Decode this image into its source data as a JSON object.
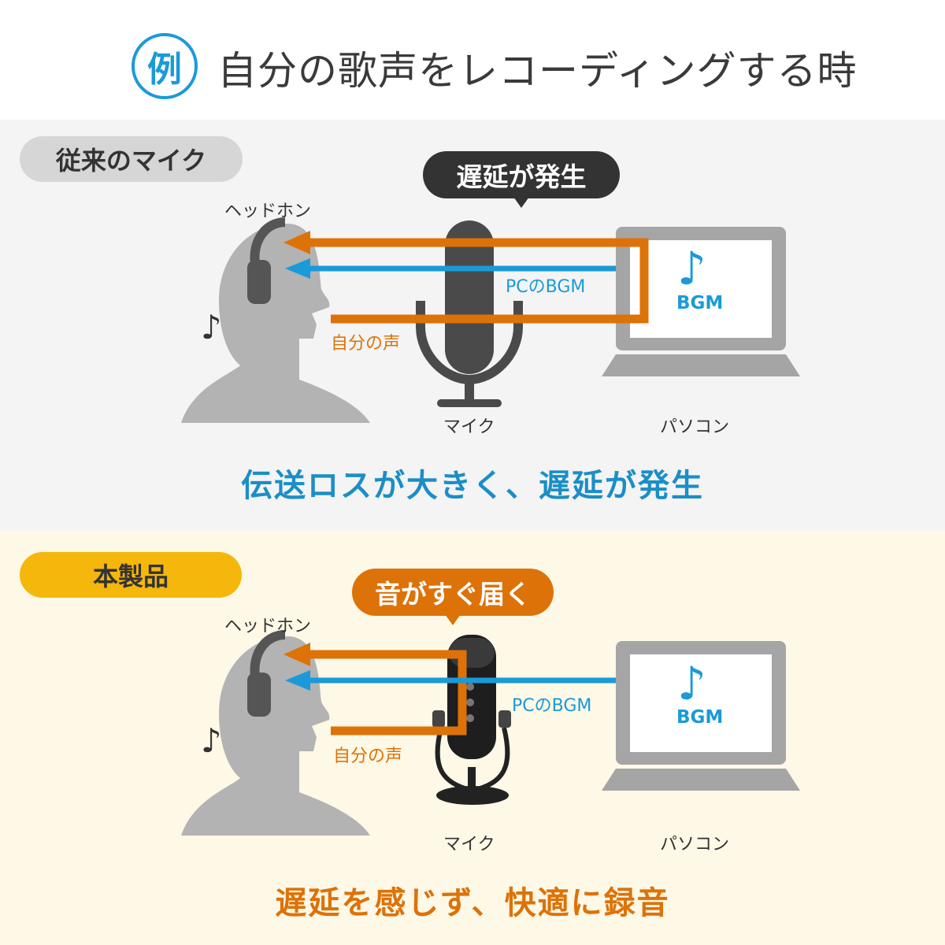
{
  "header": {
    "badge": "例",
    "title": "自分の歌声をレコーディングする時"
  },
  "conventional": {
    "tag": "従来のマイク",
    "callout": "遅延が発生",
    "headphone_label": "ヘッドホン",
    "bgm_label": "PCのBGM",
    "voice_label": "自分の声",
    "mic_label": "マイク",
    "pc_label": "パソコン",
    "screen_text": "BGM",
    "note_glyph": "♪",
    "screen_note_glyph": "♪",
    "conclusion": "伝送ロスが大きく、遅延が発生"
  },
  "product": {
    "tag": "本製品",
    "callout": "音がすぐ届く",
    "headphone_label": "ヘッドホン",
    "bgm_label": "PCのBGM",
    "voice_label": "自分の声",
    "mic_label": "マイク",
    "pc_label": "パソコン",
    "screen_text": "BGM",
    "note_glyph": "♪",
    "screen_note_glyph": "♪",
    "conclusion": "遅延を感じず、快適に録音"
  },
  "colors": {
    "accent_blue": "#1a9ad9",
    "accent_orange": "#dd7208",
    "pill_yellow": "#f5b70b",
    "panel_gray": "#f4f4f4",
    "panel_cream": "#fef8e6",
    "figure_gray": "#b3b3b3"
  }
}
